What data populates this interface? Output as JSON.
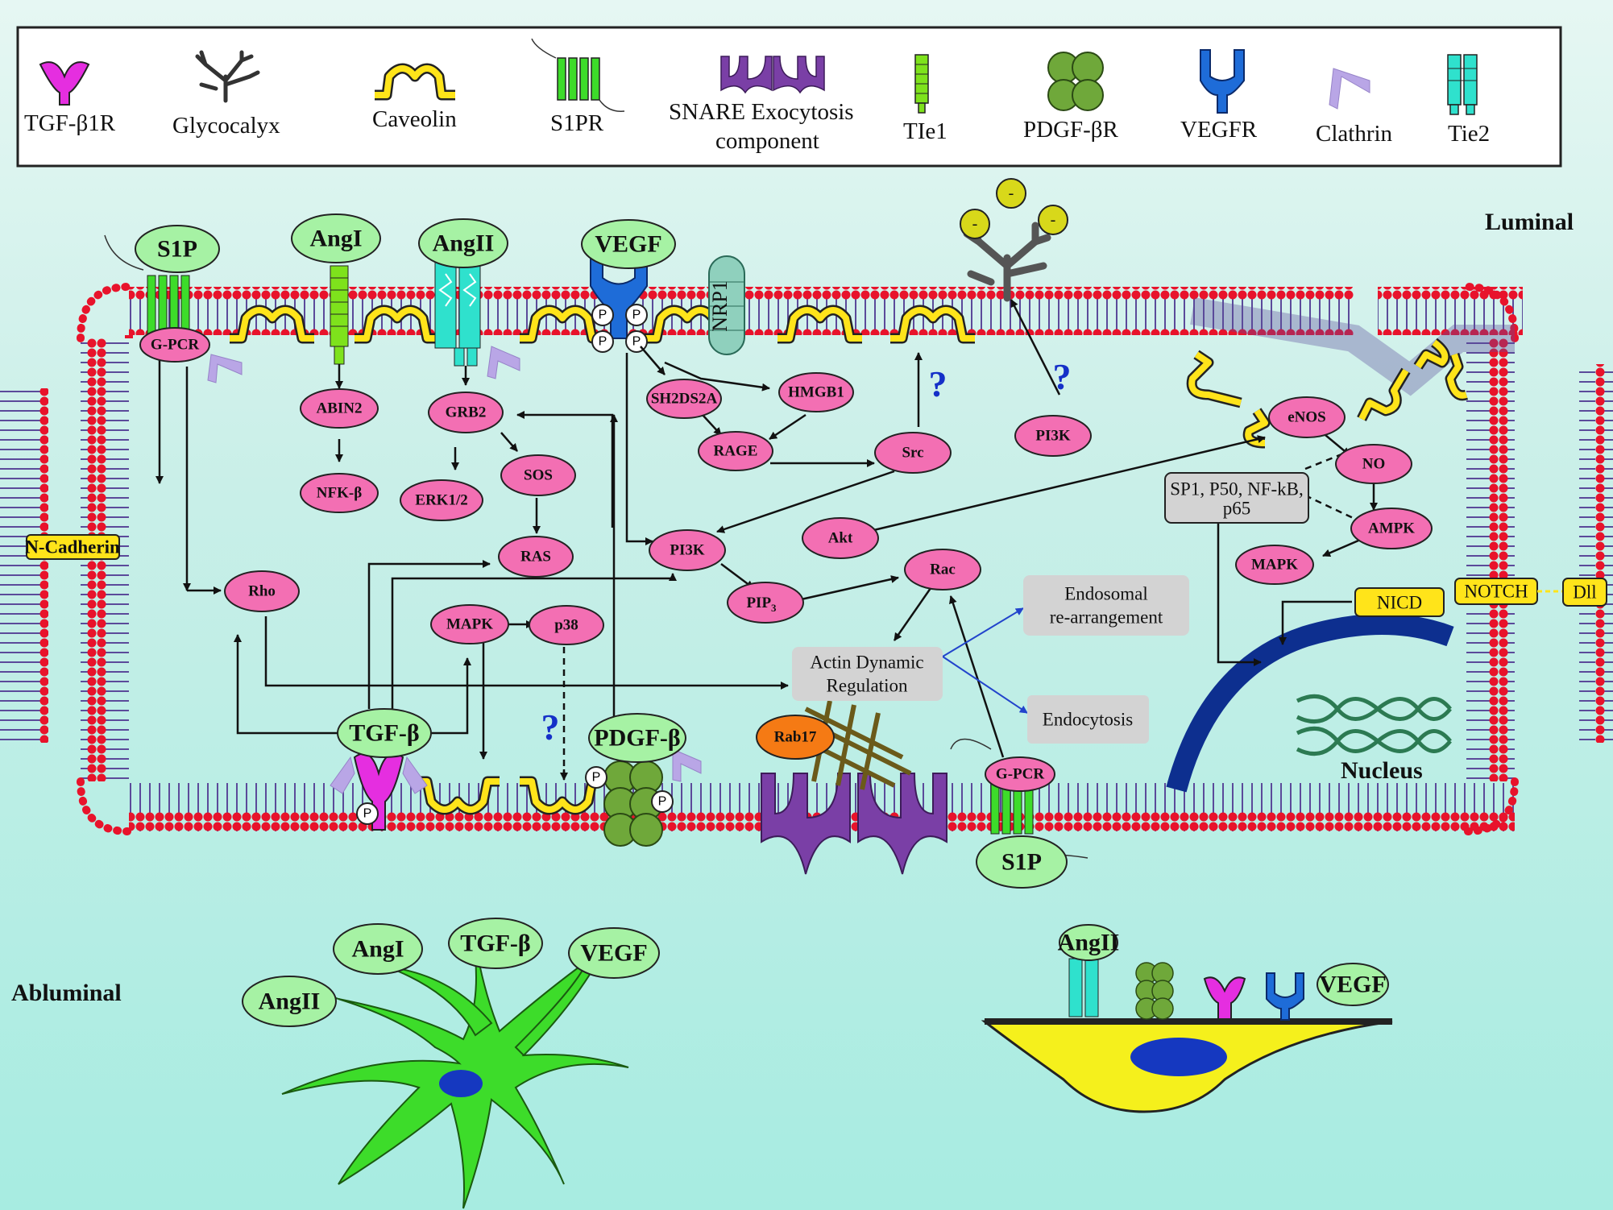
{
  "legend": {
    "tgf_receptor": "TGF-β1R",
    "glycocalyx": "Glycocalyx",
    "caveolin": "Caveolin",
    "s1pr": "S1PR",
    "snare_line1": "SNARE Exocytosis",
    "snare_line2": "component",
    "tie1": "TIe1",
    "pdgf_receptor": "PDGF-βR",
    "vegfr": "VEGFR",
    "clathrin": "Clathrin",
    "tie2": "Tie2"
  },
  "regions": {
    "luminal": "Luminal",
    "abluminal": "Abluminal",
    "nucleus": "Nucleus"
  },
  "ligands": {
    "s1p_top": "S1P",
    "angi_top": "AngI",
    "angii_top": "AngII",
    "vegf_top": "VEGF",
    "tgfb_inner": "TGF-β",
    "pdgfb_inner": "PDGF-β",
    "s1p_bottom": "S1P",
    "angi_astro": "AngI",
    "angii_astro": "AngII",
    "tgfb_astro": "TGF-β",
    "vegf_astro": "VEGF",
    "angii_pericyte": "AngII",
    "vegf_pericyte": "VEGF"
  },
  "nodes": {
    "gpcr_top": "G-PCR",
    "gpcr_bottom": "G-PCR",
    "abin2": "ABIN2",
    "nfkb": "NFK-β",
    "grb2": "GRB2",
    "erk": "ERK1/2",
    "sos": "SOS",
    "ras": "RAS",
    "sh2ds2a": "SH2DS2A",
    "hmgb1": "HMGB1",
    "rage": "RAGE",
    "src": "Src",
    "pi3k_top": "PI3K",
    "enos": "eNOS",
    "no": "NO",
    "ampk": "AMPK",
    "mapk_right": "MAPK",
    "akt": "Akt",
    "pi3k_mid": "PI3K",
    "pip3": "PIP",
    "pip3_sub": "3",
    "rac": "Rac",
    "rho": "Rho",
    "mapk_mid": "MAPK",
    "p38": "p38",
    "rab17": "Rab17",
    "nrp1": "NRP1"
  },
  "boxes": {
    "transcription_line1": "SP1, P50, NF-kB,",
    "transcription_line2": "p65",
    "actin_line1": "Actin Dynamic",
    "actin_line2": "Regulation",
    "endosomal_line1": "Endosomal",
    "endosomal_line2": "re-arrangement",
    "endocytosis": "Endocytosis",
    "n_cadherin": "N-Cadherin",
    "nicd": "NICD",
    "notch": "NOTCH",
    "dll": "Dll"
  },
  "marks": {
    "phospho": "P",
    "question": "?",
    "glyco_charge": "-"
  },
  "colors": {
    "node_fill": "#f36fb3",
    "ligand_fill": "#a6f2a4",
    "membrane_head": "#e8132b",
    "membrane_tail": "#5b4a9a",
    "caveolin": "#ffe41a",
    "nucleus_arc": "#0d2f8f",
    "astrocyte": "#3ddc2a",
    "pericyte": "#f5f01c",
    "snare": "#7a3fa6"
  }
}
